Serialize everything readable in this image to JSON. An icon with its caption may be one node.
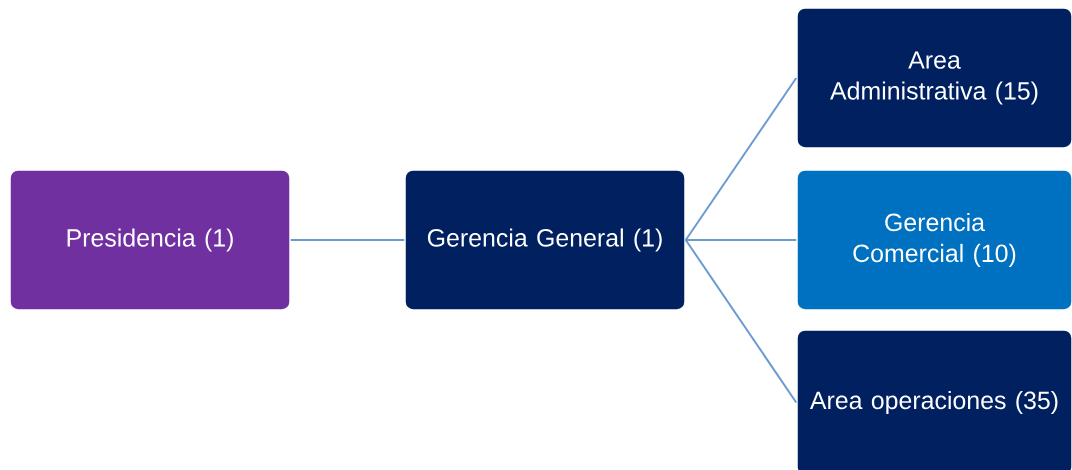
{
  "diagram": {
    "nodes": [
      {
        "text": [
          "Presidencia (1)"
        ]
      },
      {
        "text": [
          "Gerencia General (1)"
        ]
      },
      {
        "text": [
          "Area Administrativa (15)"
        ]
      },
      {
        "text": [
          "Gerencia Comercial (10)"
        ]
      },
      {
        "text": [
          "Area operaciones (35)"
        ]
      }
    ],
    "edges": [
      {
        "from": 0,
        "to": 1,
        "arrow": "none"
      },
      {
        "from": 1,
        "to": 2,
        "arrow": "none"
      },
      {
        "from": 1,
        "to": 3,
        "arrow": "none"
      },
      {
        "from": 1,
        "to": 4,
        "arrow": "none"
      }
    ]
  }
}
